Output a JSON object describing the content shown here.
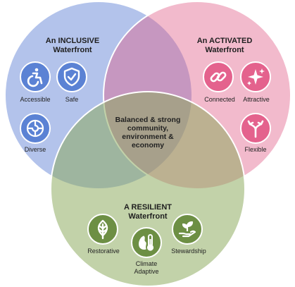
{
  "colors": {
    "inclusive": "#4a6fd0",
    "activated": "#e05a86",
    "resilient": "#8aa85a",
    "inclusive_icon": "#5b82d4",
    "activated_icon": "#e4628d",
    "resilient_icon": "#6d8f44"
  },
  "inclusive": {
    "title_1": "An INCLUSIVE",
    "title_2": "Waterfront",
    "items": [
      {
        "label": "Accessible",
        "icon": "wheelchair-icon"
      },
      {
        "label": "Safe",
        "icon": "shield-check-icon"
      },
      {
        "label": "Diverse",
        "icon": "puzzle-icon"
      }
    ]
  },
  "activated": {
    "title_1": "An ACTIVATED",
    "title_2": "Waterfront",
    "items": [
      {
        "label": "Connected",
        "icon": "link-icon"
      },
      {
        "label": "Attractive",
        "icon": "sparkles-icon"
      },
      {
        "label": "Flexible",
        "icon": "split-arrows-icon"
      }
    ]
  },
  "resilient": {
    "title_1": "A RESILIENT",
    "title_2": "Waterfront",
    "items": [
      {
        "label": "Restorative",
        "icon": "leaf-icon"
      },
      {
        "label": "Climate",
        "label_2": "Adaptive",
        "icon": "thermometer-globe-icon"
      },
      {
        "label": "Stewardship",
        "icon": "hand-sprout-icon"
      }
    ]
  },
  "center": {
    "line_1": "Balanced & strong",
    "line_2": "community,",
    "line_3": "environment &",
    "line_4": "economy"
  }
}
